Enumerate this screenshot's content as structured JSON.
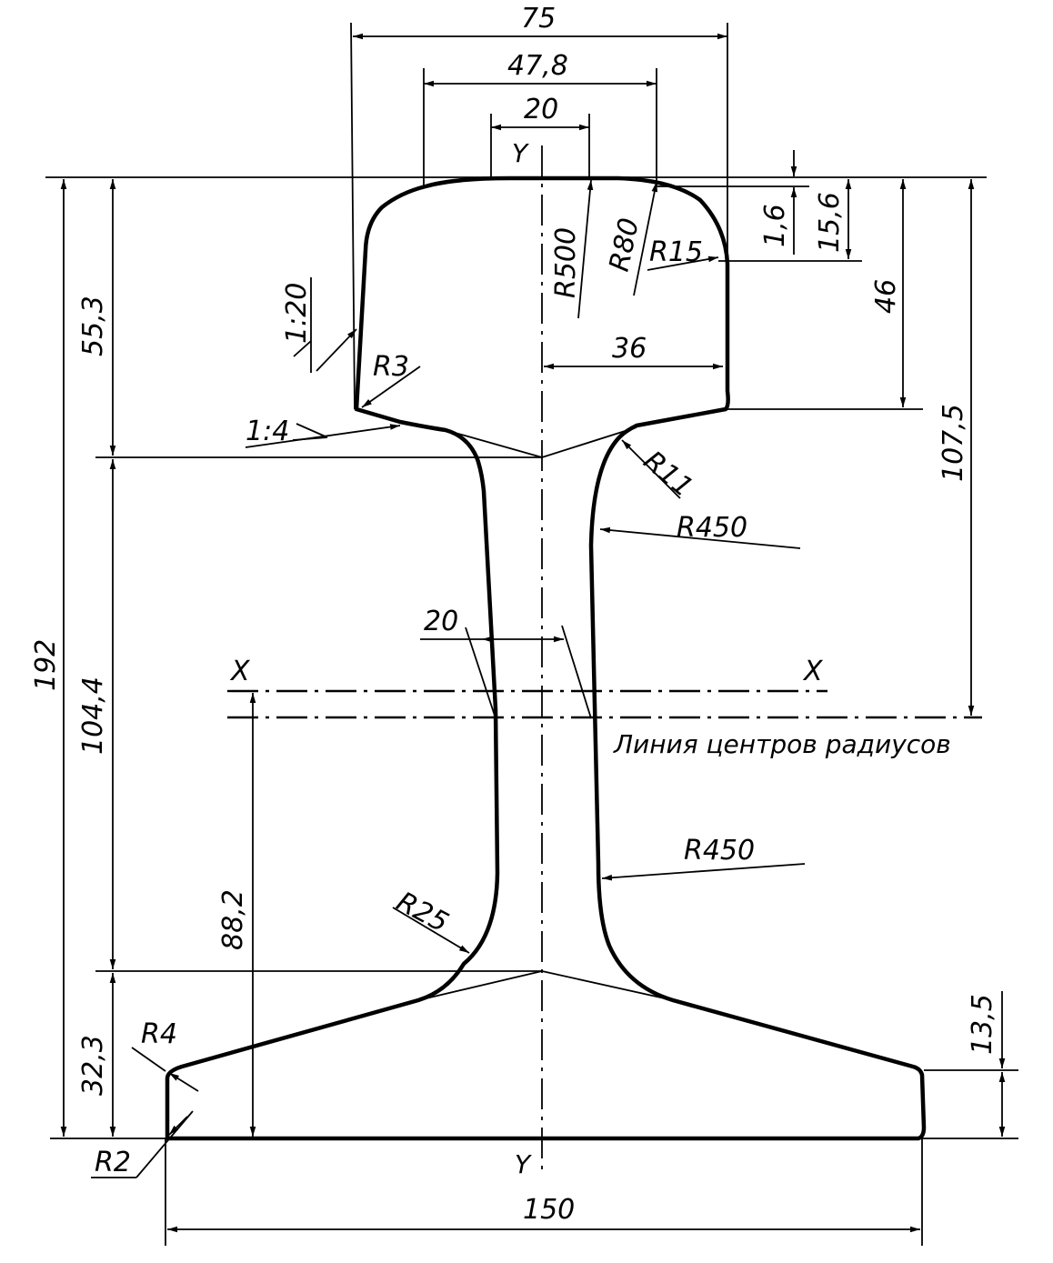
{
  "dimensions": {
    "width_total_head": "75",
    "width_head_top": "47,8",
    "width_top_flat": "20",
    "height_total": "192",
    "head_height": "55,3",
    "web_height": "104,4",
    "base_height": "32,3",
    "neutral_axis_height": "88,2",
    "radius_center_height": "107,5",
    "head_side_height": "46",
    "head_top_15_6": "15,6",
    "head_top_1_6": "1,6",
    "half_head_width": "36",
    "web_width": "20",
    "base_width": "150",
    "base_edge_height": "13,5"
  },
  "radii": {
    "r500": "R500",
    "r80": "R80",
    "r15": "R15",
    "r3": "R3",
    "r11": "R11",
    "r450_upper": "R450",
    "r450_lower": "R450",
    "r25": "R25",
    "r4": "R4",
    "r2": "R2"
  },
  "slopes": {
    "head_side": "1:20",
    "head_under": "1:4"
  },
  "axes": {
    "y_top": "Y",
    "y_bottom": "Y",
    "x_left": "X",
    "x_right": "X"
  },
  "notes": {
    "centers_line": "Линия центров радиусов"
  }
}
